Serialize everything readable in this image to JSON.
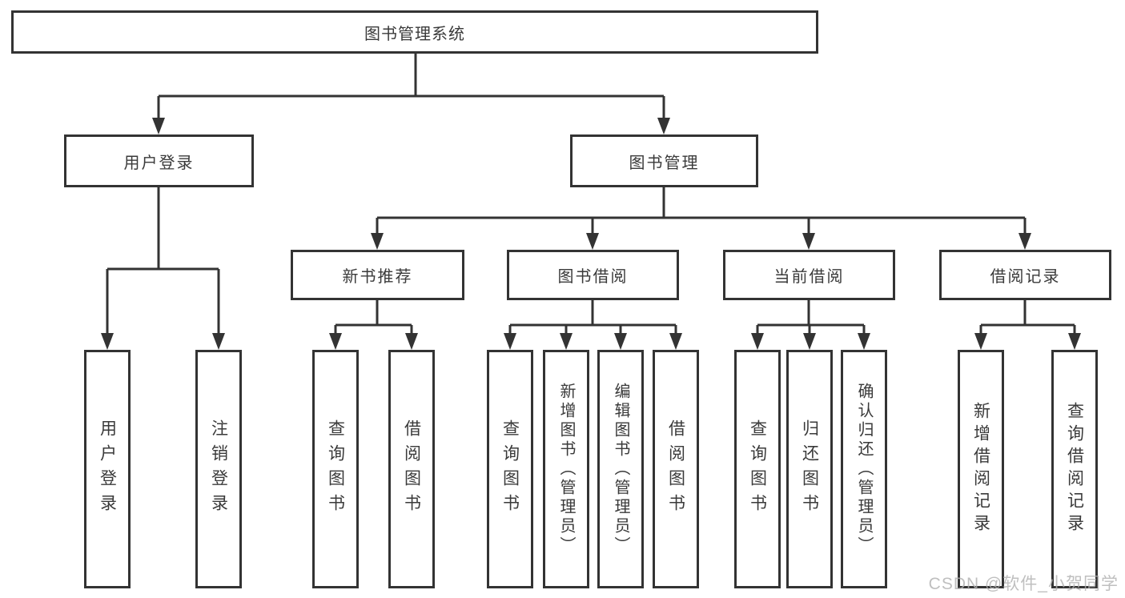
{
  "diagram": {
    "root": {
      "label": "图书管理系统"
    },
    "level2": [
      {
        "label": "用户登录"
      },
      {
        "label": "图书管理"
      }
    ],
    "level3": [
      {
        "label": "新书推荐"
      },
      {
        "label": "图书借阅"
      },
      {
        "label": "当前借阅"
      },
      {
        "label": "借阅记录"
      }
    ],
    "leaves": {
      "user_login_group": [
        "用户登录",
        "注销登录"
      ],
      "new_book_group": [
        "查询图书",
        "借阅图书"
      ],
      "book_borrow_group": [
        "查询图书",
        "新增图书（管理员）",
        "编辑图书（管理员）",
        "借阅图书"
      ],
      "current_borrow_group": [
        "查询图书",
        "归还图书",
        "确认归还（管理员）"
      ],
      "record_group": [
        "新增借阅记录",
        "查询借阅记录"
      ]
    }
  },
  "watermark": {
    "text": "CSDN @软件_小贺同学"
  },
  "colors": {
    "line": "#333333",
    "text": "#3a3a3a",
    "background": "#ffffff",
    "watermark": "#b0b0b0"
  }
}
